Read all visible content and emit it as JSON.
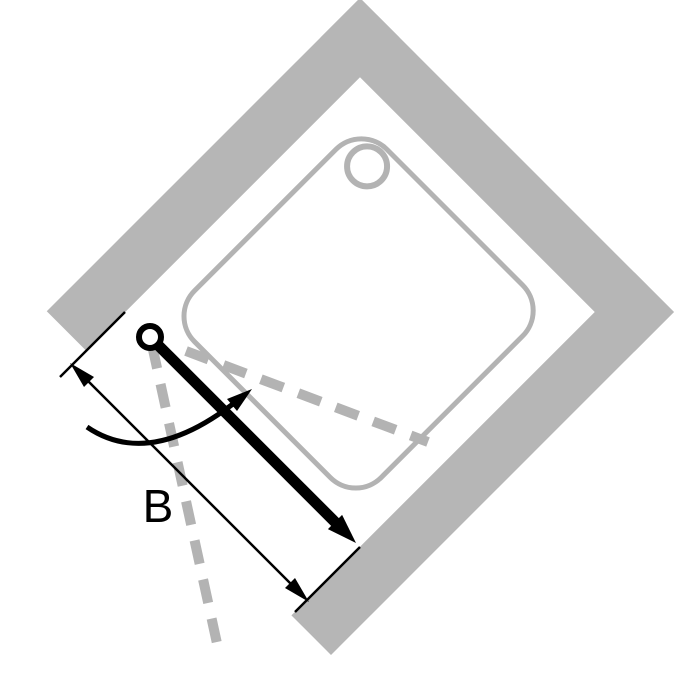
{
  "diagram": {
    "dimension_label": "B",
    "colors": {
      "wall_gray": "#b6b6b6",
      "tray_outline_gray": "#b3b3b3",
      "door_black": "#000000",
      "background_white": "#ffffff"
    },
    "elements": {
      "walls": "corner walls (rotated 45 degrees)",
      "tray": "square shower tray with rounded corners",
      "drain": "drain circle near top corner",
      "door": "pivot door shown closed (solid) and swung (dashed)",
      "dimension": "width dimension across the door opening"
    }
  }
}
